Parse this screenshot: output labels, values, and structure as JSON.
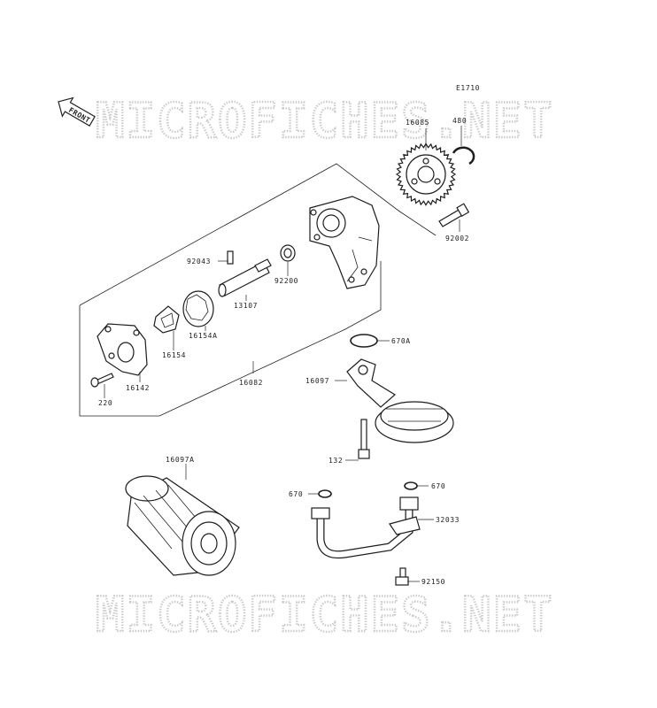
{
  "diagram_code": "E1710",
  "front_label": "FRONT",
  "watermark_text": "MICROFICHES.NET",
  "part_labels": {
    "p16085": "16085",
    "p480": "480",
    "p92002": "92002",
    "p92043": "92043",
    "p92200": "92200",
    "p13107": "13107",
    "p16154A": "16154A",
    "p16154": "16154",
    "p16142": "16142",
    "p220": "220",
    "p16082": "16082",
    "p670A": "670A",
    "p16097": "16097",
    "p132": "132",
    "p16097A": "16097A",
    "p670L": "670",
    "p670R": "670",
    "p32033": "32033",
    "p92150": "92150"
  }
}
